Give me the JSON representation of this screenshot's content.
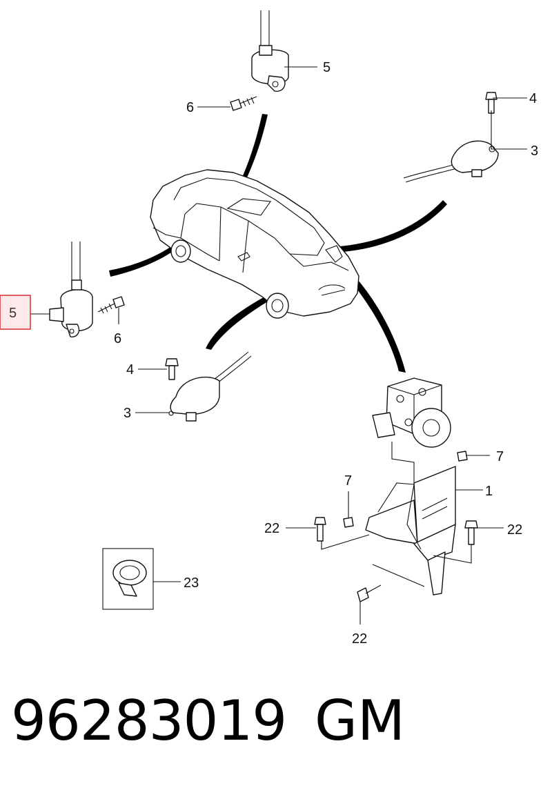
{
  "diagram": {
    "callouts": {
      "top_sensor": "5",
      "top_bolt": "6",
      "right_bolt": "4",
      "right_sensor": "3",
      "left_sensor_highlighted": "5",
      "left_bolt": "6",
      "mid_bolt": "4",
      "mid_sensor": "3",
      "bracket": "1",
      "nut_right": "7",
      "nut_left": "7",
      "bolt_left": "22",
      "bolt_right": "22",
      "bolt_bottom": "22",
      "clip": "23"
    },
    "highlight_color": "#d9363e"
  },
  "footer": {
    "part_number": "96283019",
    "brand": "GM"
  }
}
